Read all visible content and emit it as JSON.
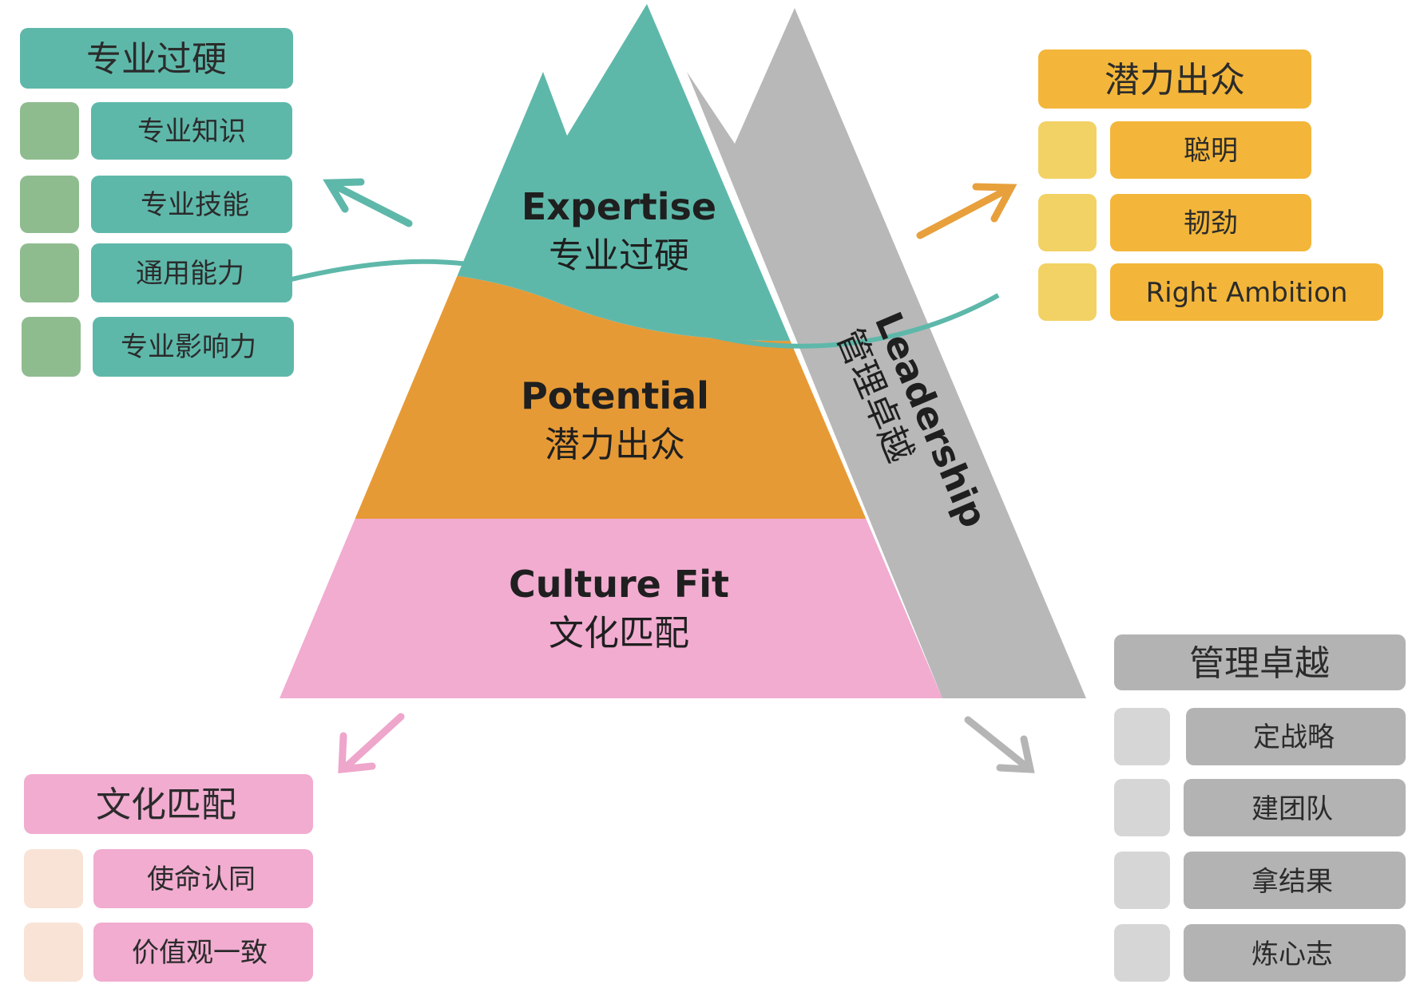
{
  "pyramid": {
    "expertise": {
      "en": "Expertise",
      "zh": "专业过硬"
    },
    "potential": {
      "en": "Potential",
      "zh": "潜力出众"
    },
    "culture": {
      "en": "Culture Fit",
      "zh": "文化匹配"
    },
    "leadership": {
      "en": "Leadership",
      "zh": "管理卓越"
    }
  },
  "panels": {
    "expertise": {
      "title": "专业过硬",
      "items": [
        "专业知识",
        "专业技能",
        "通用能力",
        "专业影响力"
      ]
    },
    "potential": {
      "title": "潜力出众",
      "items": [
        "聪明",
        "韧劲",
        "Right Ambition"
      ]
    },
    "culture": {
      "title": "文化匹配",
      "items": [
        "使命认同",
        "价值观一致"
      ]
    },
    "leadership": {
      "title": "管理卓越",
      "items": [
        "定战略",
        "建团队",
        "拿结果",
        "炼心志"
      ]
    }
  },
  "colors": {
    "teal": "#5eb8aa",
    "teal_dark": "#4fa99b",
    "green_square": "#8fbc8f",
    "orange": "#e69a36",
    "orange_arrow": "#e8a03c",
    "yellow_box": "#f3b63a",
    "yellow_square": "#f2d265",
    "pink": "#f1acd0",
    "pink_arrow": "#eea6cb",
    "peach_square": "#f9e3d6",
    "gray": "#b8b8b8",
    "gray_box": "#b3b3b3",
    "gray_square": "#d6d6d6",
    "gray_arrow": "#b5b5b5"
  }
}
